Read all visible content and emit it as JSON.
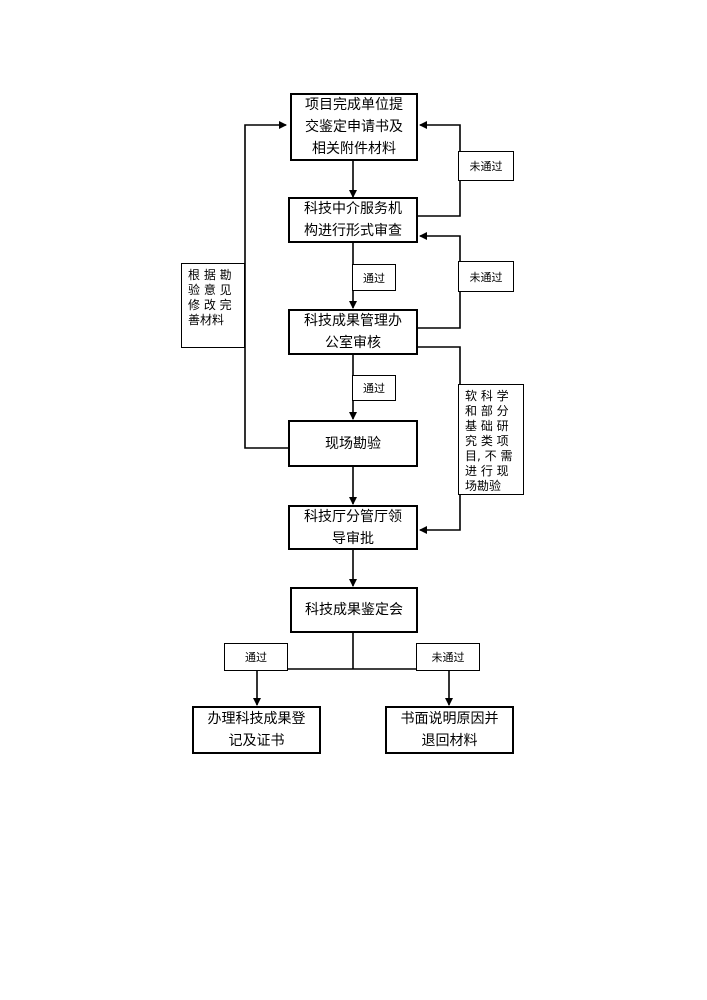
{
  "nodes": {
    "submit": "项目完成单位提\n交鉴定申请书及\n相关附件材料",
    "formal_review": "科技中介服务机\n构进行形式审查",
    "office_review": "科技成果管理办\n公室审核",
    "site_inspection": "现场勘验",
    "leader_approval": "科技厅分管厅领\n导审批",
    "appraisal_meeting": "科技成果鉴定会",
    "certificate": "办理科技成果登\n记及证书",
    "return_materials": "书面说明原因并\n退回材料"
  },
  "labels": {
    "fail_1": "未通过",
    "fail_2": "未通过",
    "pass_1": "通过",
    "pass_2": "通过",
    "pass_final": "通过",
    "fail_final": "未通过"
  },
  "notes": {
    "revise": "根 据 勘\n验 意 见\n修 改 完\n善材料",
    "skip_site": "软 科 学\n和 部 分\n基 础 研\n究 类 项\n目, 不 需\n进 行 现\n场勘验"
  }
}
